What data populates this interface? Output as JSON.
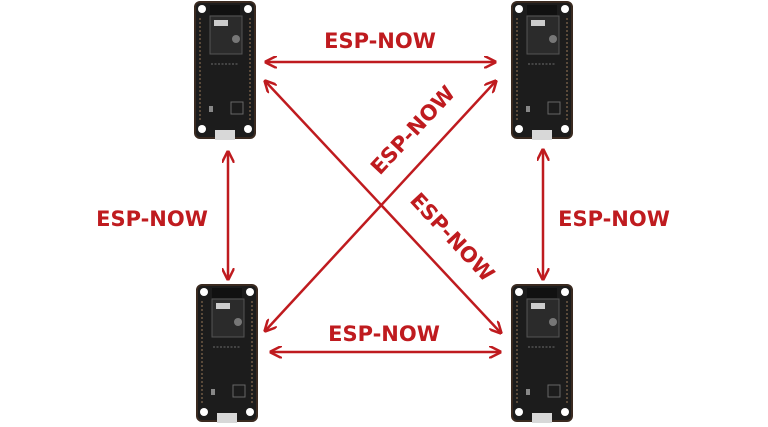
{
  "colors": {
    "arrow": "#bf1b1f",
    "board": "#1c1c1c",
    "board_edge": "#3a2a20",
    "chip": "#2b2b2b"
  },
  "boards": [
    {
      "name": "board-top-left"
    },
    {
      "name": "board-top-right"
    },
    {
      "name": "board-bottom-left"
    },
    {
      "name": "board-bottom-right"
    }
  ],
  "links": {
    "top": "ESP-NOW",
    "bottom": "ESP-NOW",
    "left": "ESP-NOW",
    "right": "ESP-NOW",
    "diagonal_up": "ESP-NOW",
    "diagonal_down": "ESP-NOW"
  }
}
